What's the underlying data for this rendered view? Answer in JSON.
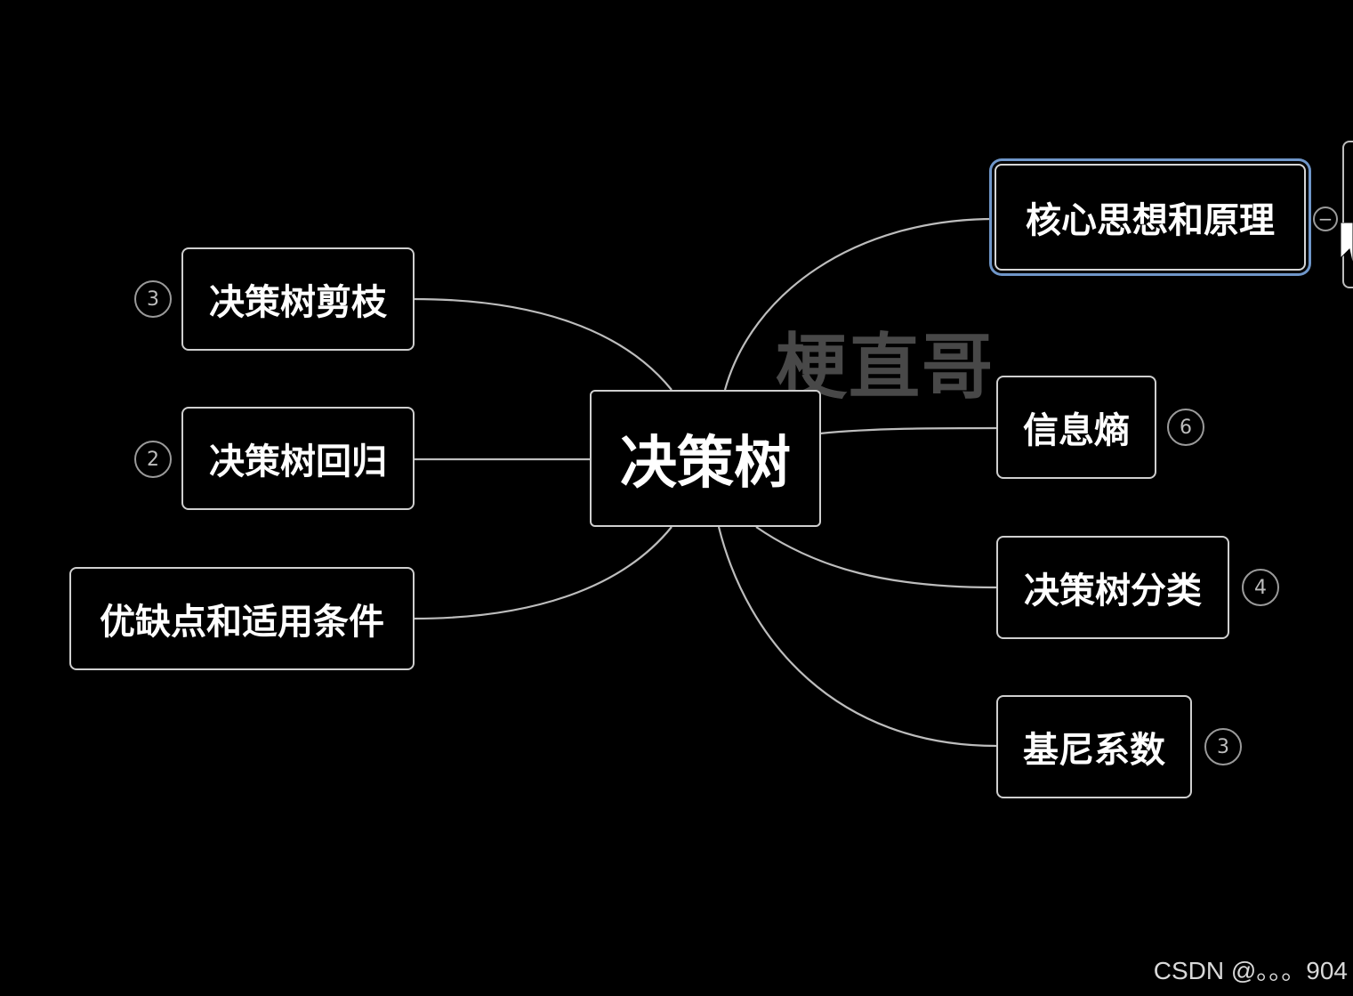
{
  "root": {
    "label": "决策树"
  },
  "right_branches": [
    {
      "label": "核心思想和原理",
      "selected": true,
      "collapse": "−"
    },
    {
      "label": "信息熵",
      "badge": "6"
    },
    {
      "label": "决策树分类",
      "badge": "4"
    },
    {
      "label": "基尼系数",
      "badge": "3"
    }
  ],
  "left_branches": [
    {
      "label": "决策树剪枝",
      "badge": "3"
    },
    {
      "label": "决策树回归",
      "badge": "2"
    },
    {
      "label": "优缺点和适用条件"
    }
  ],
  "watermark": "梗直哥",
  "credit": "CSDN @。。。904",
  "colors": {
    "background": "#000000",
    "node_border": "#cfcfcf",
    "selection": "#6f96c9",
    "connector": "#bdbdbd"
  }
}
